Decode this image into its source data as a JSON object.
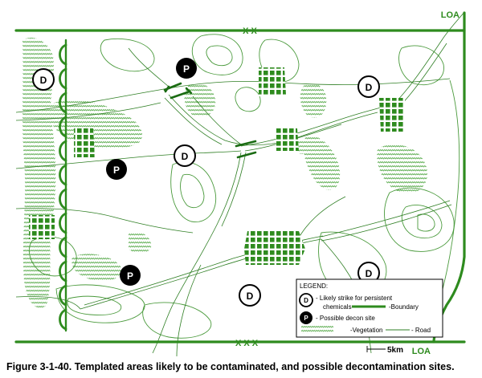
{
  "map": {
    "loa_label_top": "LOA",
    "loa_label_bottom": "LOA",
    "top_boundary_marker": "X X",
    "bottom_boundary_marker": "X X X",
    "scale_label": "5km",
    "colors": {
      "boundary": "#2e8b1e",
      "vegetation": "#5fae52",
      "contour": "#4a9a3c",
      "road": "#2f7f24",
      "decon_fill": "#000000",
      "decon_letter": "#ffffff",
      "strike_ring": "#000000",
      "grid_block": "#2e8b1e"
    },
    "strike_marker_letter": "D",
    "decon_marker_letter": "P"
  },
  "legend": {
    "title": "LEGEND:",
    "strike_symbol": "D",
    "strike_text_line1": "- Likely strike for persistent",
    "strike_text_line2": "chemicals",
    "boundary_text": "-Boundary",
    "decon_symbol": "P",
    "decon_text": "- Possible decon site",
    "vegetation_text": "-Vegetation",
    "road_text": "- Road"
  },
  "caption": "Figure 3-1-40. Templated areas likely  to be contaminated, and possible decontamination sites."
}
